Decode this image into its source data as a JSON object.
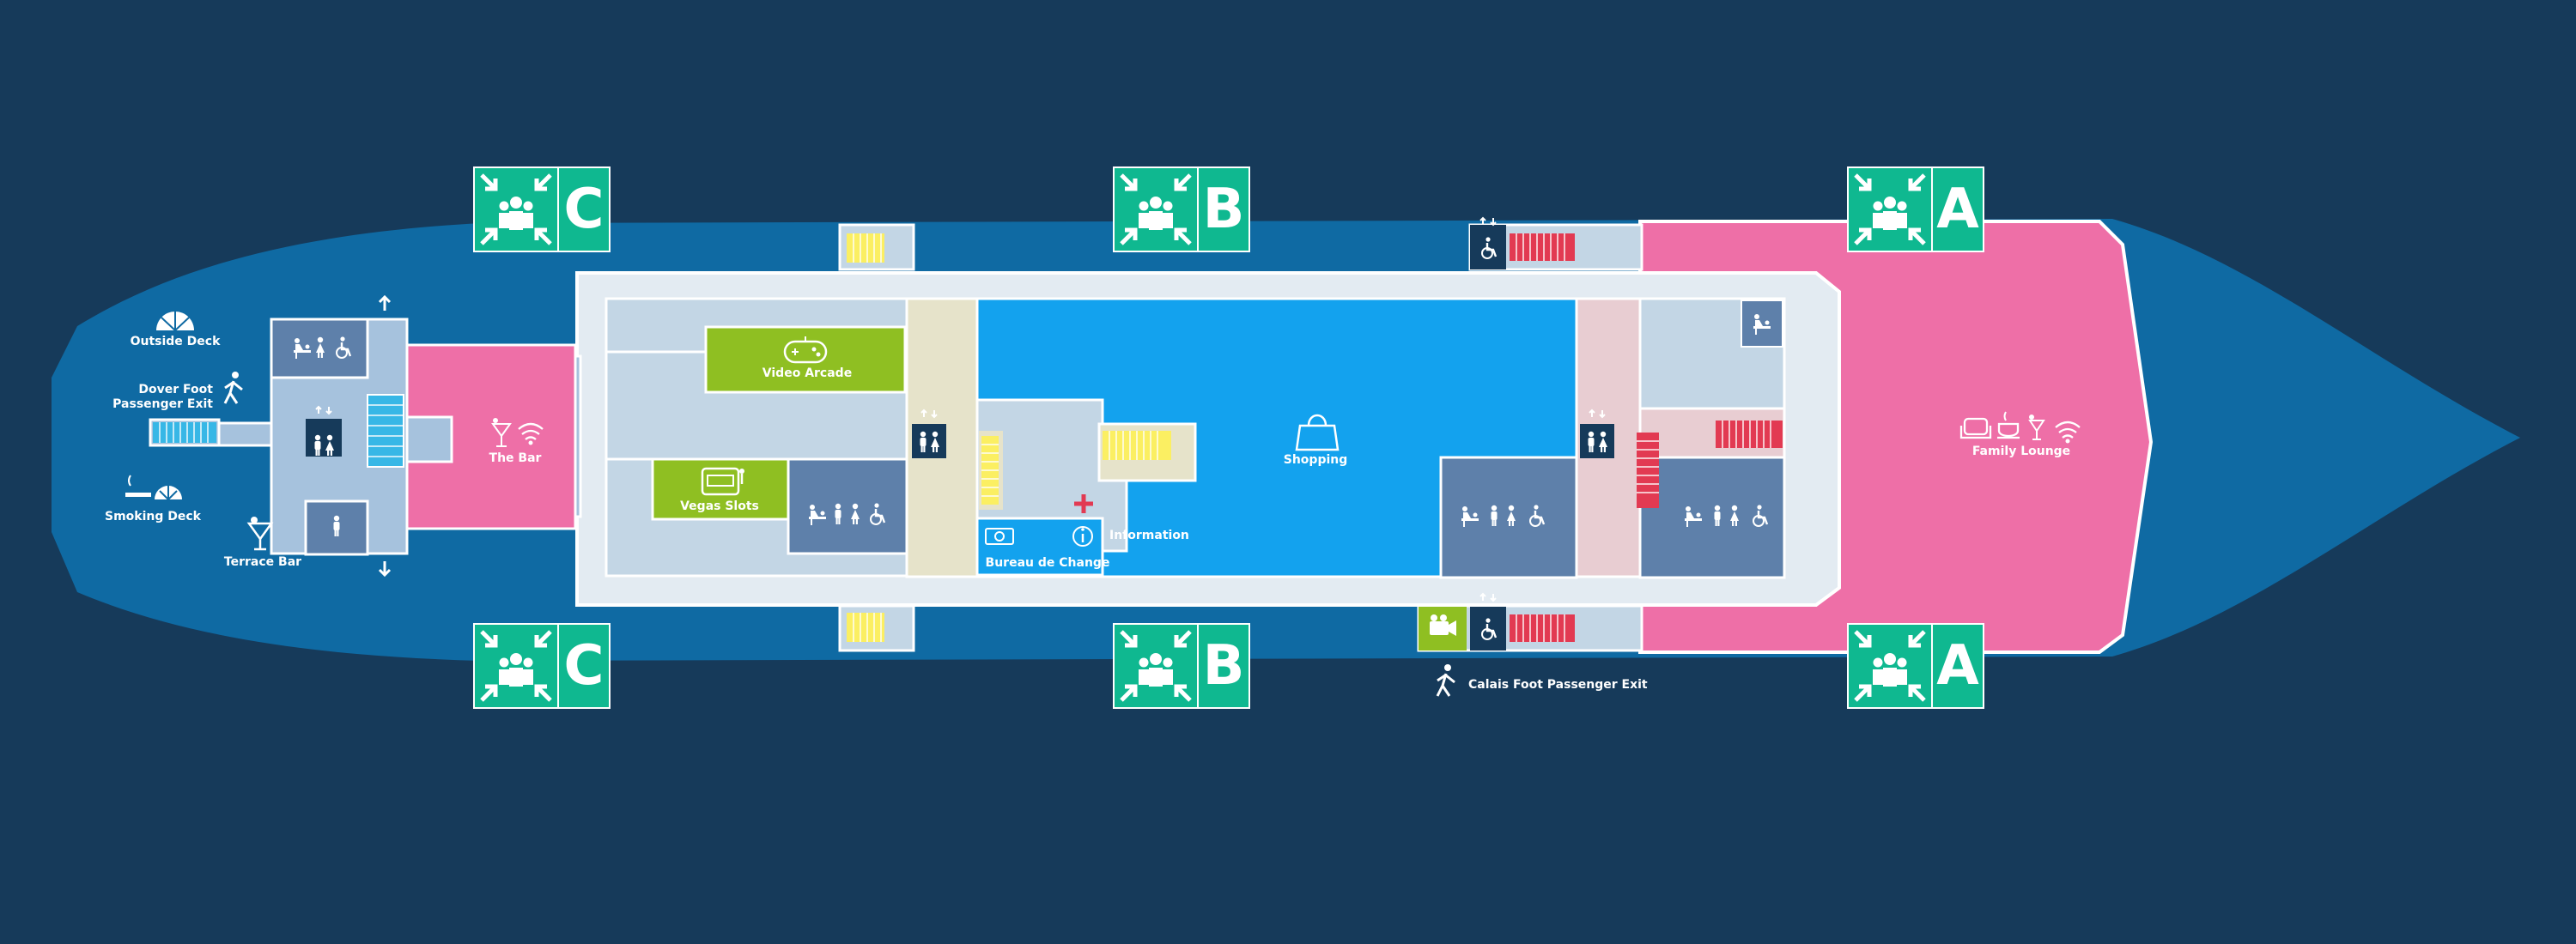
{
  "map": {
    "areas": {
      "the_bar": "The Bar",
      "video_arcade": "Video Arcade",
      "vegas_slots": "Vegas Slots",
      "shopping": "Shopping",
      "information": "Information",
      "bureau_de_change": "Bureau de Change",
      "family_lounge": "Family Lounge"
    },
    "deck": {
      "outside_deck": "Outside Deck",
      "dover_exit_line1": "Dover Foot",
      "dover_exit_line2": "Passenger Exit",
      "smoking_deck": "Smoking Deck",
      "terrace_bar": "Terrace Bar",
      "calais_exit": "Calais Foot Passenger Exit"
    },
    "muster_stations": [
      {
        "letter": "C",
        "position": "top"
      },
      {
        "letter": "B",
        "position": "top"
      },
      {
        "letter": "A",
        "position": "top"
      },
      {
        "letter": "C",
        "position": "bottom"
      },
      {
        "letter": "B",
        "position": "bottom"
      },
      {
        "letter": "A",
        "position": "bottom"
      }
    ],
    "colors": {
      "background": "#163a5a",
      "hull": "#0f6aa3",
      "muster_green": "#0fb890",
      "lounge_pink": "#ee6fa7",
      "shopping_blue": "#13a2ee",
      "arcade_green": "#8fbf22",
      "facility_blue": "#5e80aa",
      "stair_yellow": "#fbef62",
      "stair_red": "#e23a52",
      "stair_cyan": "#37b7e6"
    }
  }
}
